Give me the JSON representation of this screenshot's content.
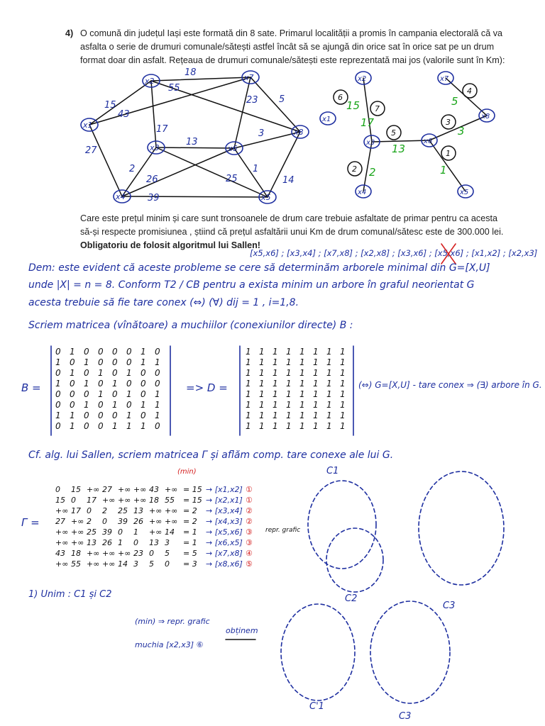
{
  "problem": {
    "number": "4)",
    "line1": "O comună din județul Iași este formată din 8 sate. Primarul localității a promis în campania electorală că va",
    "line2": "asfalta o serie de drumuri comunale/sătești astfel încât să se ajungă din orice sat în orice sat pe un drum",
    "line3": "format doar din asfalt. Rețeaua de drumuri comunale/sătești este reprezentată mai jos (valorile sunt în Km):",
    "q1": "Care este prețul minim și care sunt tronsoanele de drum care trebuie asfaltate de primar pentru ca acesta",
    "q2": "să-și respecte promisiunea , știind că prețul asfaltării unui Km de drum comunal/sătesc este de 300.000 lei.",
    "q3": "Obligatoriu de folosit algoritmul lui Sallen!"
  },
  "graph": {
    "nodes": [
      "x1",
      "x2",
      "x3",
      "x4",
      "x5",
      "x6",
      "x7",
      "x8"
    ],
    "edge_weights": [
      "18",
      "55",
      "15",
      "43",
      "5",
      "23",
      "17",
      "13",
      "3",
      "27",
      "2",
      "26",
      "39",
      "25",
      "1",
      "14"
    ]
  },
  "tree": {
    "nodes": [
      "x1",
      "x2",
      "x3",
      "x4",
      "x5",
      "x6",
      "x7",
      "x8"
    ],
    "weights": [
      "15",
      "17",
      "13",
      "2",
      "3",
      "5",
      "1"
    ],
    "order": [
      "1",
      "2",
      "3",
      "4",
      "5",
      "6",
      "7"
    ]
  },
  "handwritten": {
    "selected_edges": "[x5,x6] ; [x3,x4] ; [x7,x8] ; [x2,x8] ; [x3,x6] ; [x5,x6] ; [x1,x2] ; [x2,x3]",
    "dem_line1": "Dem: este evident că aceste probleme se cere să determinăm arborele minimal din G=[X,U]",
    "dem_line2": "unde |X| = n = 8. Conform T2 / CB pentru a exista minim un arbore în graful neorientat G",
    "dem_line3": "acesta trebuie să fie tare conex (⇔) (∀) dij = 1 , i=1,8.",
    "matrix_title": "Scriem matricea (vînătoare) a muchiilor (conexiunilor directe) B :",
    "b_label": "B =",
    "d_label": "=> D =",
    "equiv": "(⇔) G=[X,U] - tare conex ⇒ (∃) arbore în G.",
    "sallen_line": "Cf. alg. lui Sallen, scriem matricea Γ și aflăm comp. tare conexe ale lui G.",
    "gamma_label": "Γ =",
    "min_label": "(min)",
    "repr": "repr. grafic",
    "union_line": "1) Unim : C1 și C2",
    "union_min": "(min) ⇒ repr. grafic",
    "union_edge": "muchia [x2,x3] ⑥",
    "obtinem": "obținem",
    "components": [
      "C1",
      "C2",
      "C3",
      "C'1",
      "C3"
    ]
  },
  "matrix_b": {
    "rows": [
      [
        "0",
        "1",
        "0",
        "0",
        "0",
        "0",
        "1",
        "0"
      ],
      [
        "1",
        "0",
        "1",
        "0",
        "0",
        "0",
        "1",
        "1"
      ],
      [
        "0",
        "1",
        "0",
        "1",
        "0",
        "1",
        "0",
        "0"
      ],
      [
        "1",
        "0",
        "1",
        "0",
        "1",
        "0",
        "0",
        "0"
      ],
      [
        "0",
        "0",
        "0",
        "1",
        "0",
        "1",
        "0",
        "1"
      ],
      [
        "0",
        "0",
        "1",
        "0",
        "1",
        "0",
        "1",
        "1"
      ],
      [
        "1",
        "1",
        "0",
        "0",
        "0",
        "1",
        "0",
        "1"
      ],
      [
        "0",
        "1",
        "0",
        "0",
        "1",
        "1",
        "1",
        "0"
      ]
    ]
  },
  "matrix_gamma": {
    "rows": [
      [
        "0",
        "15",
        "+∞",
        "27",
        "+∞",
        "+∞",
        "43",
        "+∞",
        "15",
        "[x1,x2]",
        "①"
      ],
      [
        "15",
        "0",
        "17",
        "+∞",
        "+∞",
        "+∞",
        "18",
        "55",
        "15",
        "[x2,x1]",
        "①"
      ],
      [
        "+∞",
        "17",
        "0",
        "2",
        "25",
        "13",
        "+∞",
        "+∞",
        "2",
        "[x3,x4]",
        "②"
      ],
      [
        "27",
        "+∞",
        "2",
        "0",
        "39",
        "26",
        "+∞",
        "+∞",
        "2",
        "[x4,x3]",
        "②"
      ],
      [
        "+∞",
        "+∞",
        "25",
        "39",
        "0",
        "1",
        "+∞",
        "14",
        "1",
        "[x5,x6]",
        "③"
      ],
      [
        "+∞",
        "+∞",
        "13",
        "26",
        "1",
        "0",
        "13",
        "3",
        "1",
        "[x6,x5]",
        "③"
      ],
      [
        "43",
        "18",
        "+∞",
        "+∞",
        "+∞",
        "23",
        "0",
        "5",
        "5",
        "[x7,x8]",
        "④"
      ],
      [
        "+∞",
        "55",
        "+∞",
        "+∞",
        "14",
        "3",
        "5",
        "0",
        "3",
        "[x8,x6]",
        "⑤"
      ]
    ]
  }
}
